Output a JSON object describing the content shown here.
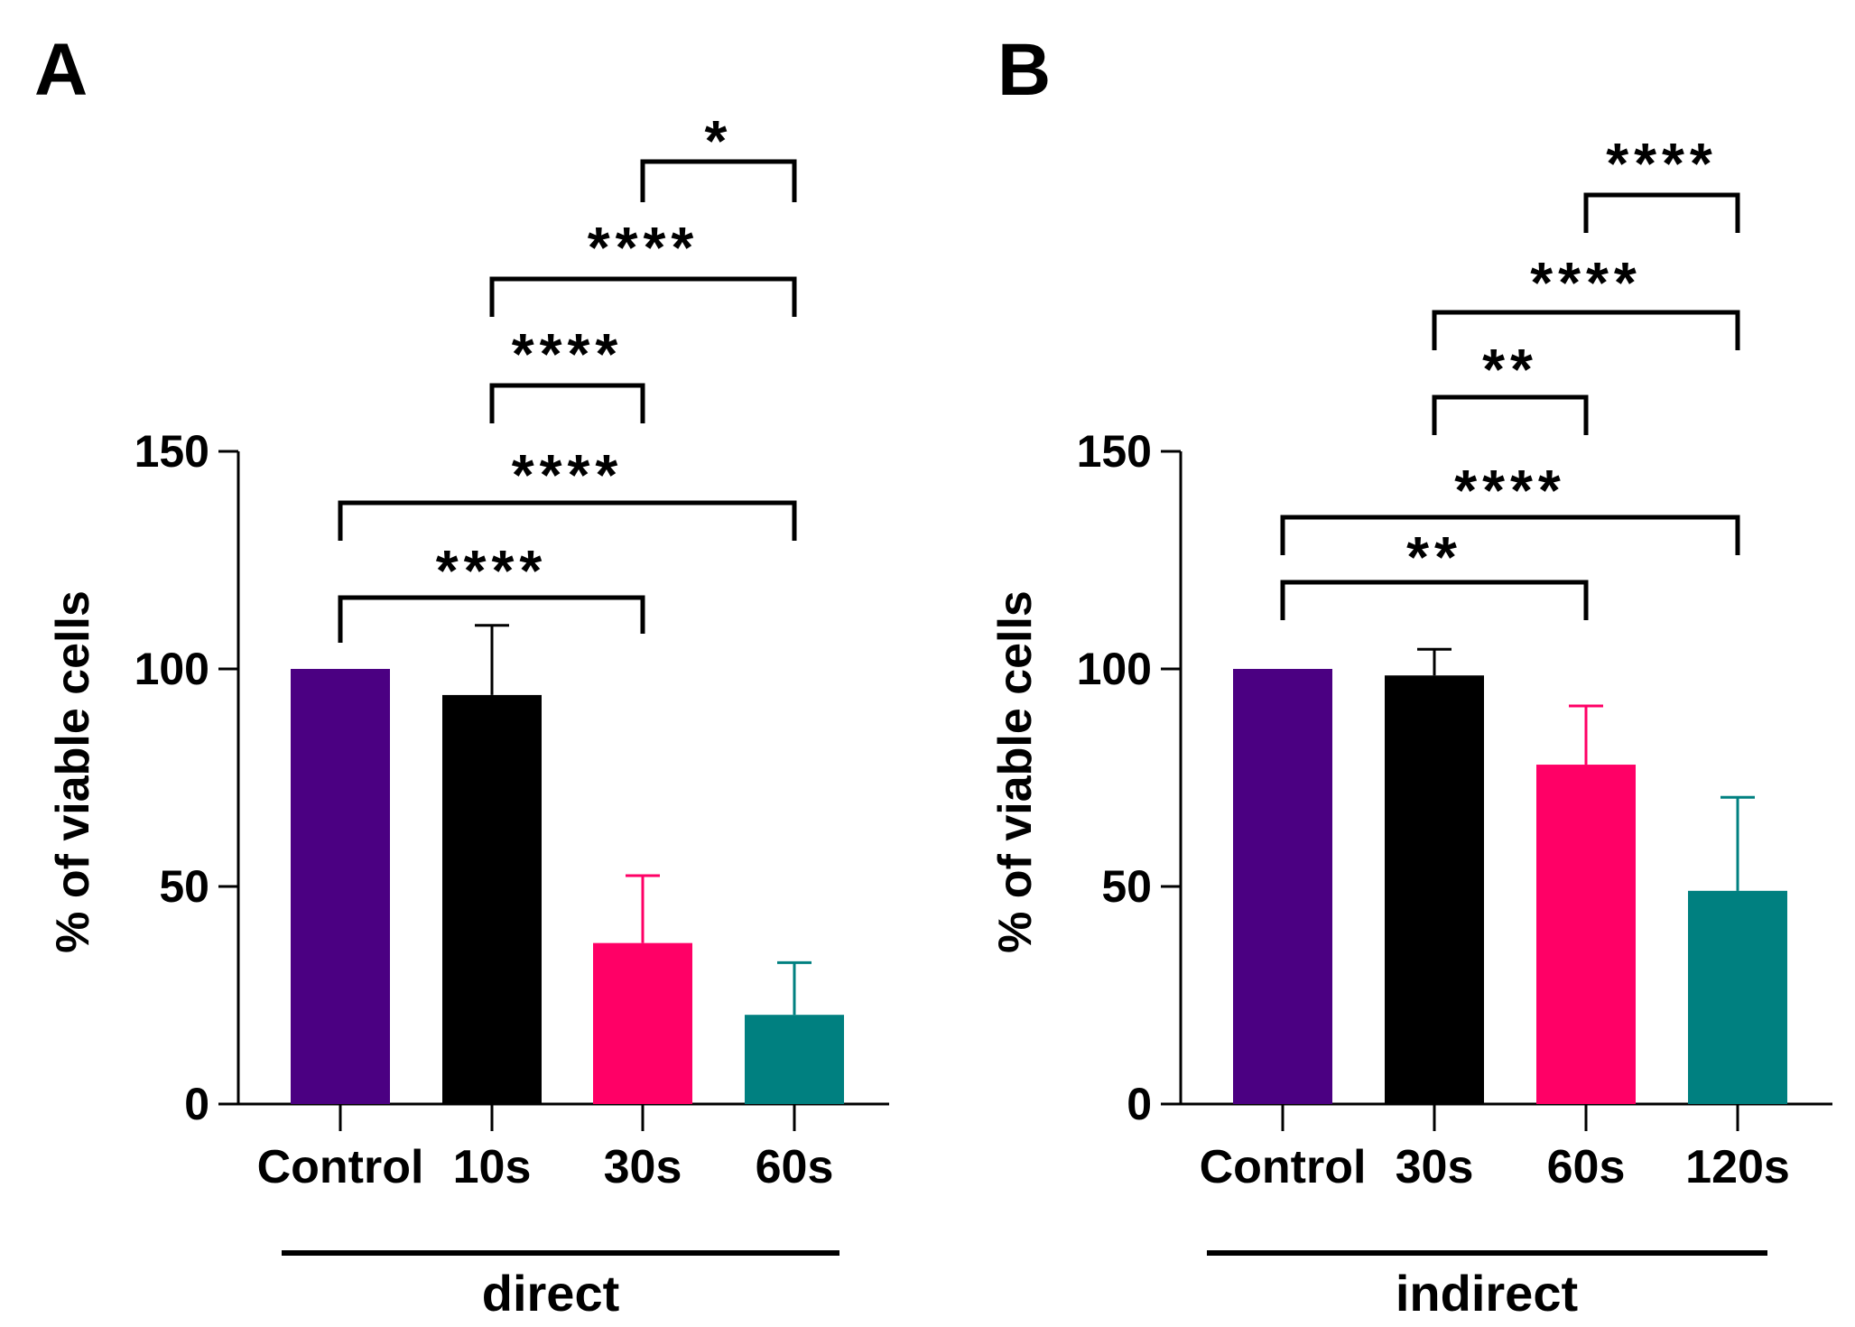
{
  "chart_data": [
    {
      "panel_label": "A",
      "type": "bar",
      "categories": [
        "Control",
        "10s",
        "30s",
        "60s"
      ],
      "values": [
        100,
        94,
        37,
        20.5
      ],
      "errors": [
        0,
        16,
        15.5,
        12
      ],
      "colors": [
        "#4B0082",
        "#000000",
        "#FF0066",
        "#008080"
      ],
      "ylabel": "% of viable cells",
      "group_label": "direct",
      "ylim": [
        0,
        150
      ],
      "yticks": [
        0,
        50,
        100,
        150
      ],
      "comparisons": [
        {
          "from": 0,
          "to": 2,
          "label": "****"
        },
        {
          "from": 0,
          "to": 3,
          "label": "****"
        },
        {
          "from": 1,
          "to": 2,
          "label": "****"
        },
        {
          "from": 1,
          "to": 3,
          "label": "****"
        },
        {
          "from": 2,
          "to": 3,
          "label": "*"
        }
      ]
    },
    {
      "panel_label": "B",
      "type": "bar",
      "categories": [
        "Control",
        "30s",
        "60s",
        "120s"
      ],
      "values": [
        100,
        98.5,
        78,
        49
      ],
      "errors": [
        0,
        6,
        13.5,
        21.5
      ],
      "colors": [
        "#4B0082",
        "#000000",
        "#FF0066",
        "#008080"
      ],
      "ylabel": "% of viable cells",
      "group_label": "indirect",
      "ylim": [
        0,
        150
      ],
      "yticks": [
        0,
        50,
        100,
        150
      ],
      "comparisons": [
        {
          "from": 0,
          "to": 2,
          "label": "**"
        },
        {
          "from": 0,
          "to": 3,
          "label": "****"
        },
        {
          "from": 1,
          "to": 2,
          "label": "**"
        },
        {
          "from": 1,
          "to": 3,
          "label": "****"
        },
        {
          "from": 2,
          "to": 3,
          "label": "****"
        }
      ]
    }
  ]
}
